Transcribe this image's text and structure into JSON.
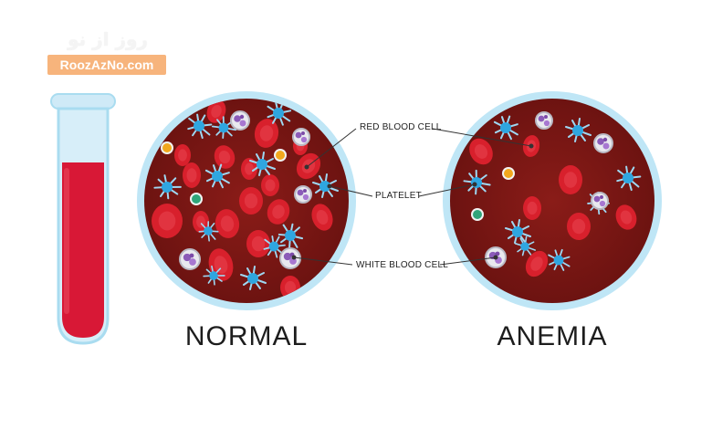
{
  "watermark": {
    "script_text": "روز از نو",
    "site_name": "RoozAzNo.com",
    "badge_color": "#f7b47c"
  },
  "labels": {
    "red_blood_cell": "RED BLOOD CELL",
    "platelet": "PLATELET",
    "white_blood_cell": "WHITE BLOOD CELL"
  },
  "panels": {
    "normal": "NORMAL",
    "anemia": "ANEMIA"
  },
  "colors": {
    "plasma": "#7a1714",
    "ring": "#a9dcf0",
    "rbc": "#d8202c",
    "rbc_center": "#e94552",
    "platelet": "#2fa6e0",
    "wbc_ring": "#b9b9c4",
    "wbc_nucleus": "#8b5bb8",
    "blood_tube": "#d81836",
    "tube_glass": "#d7eef9"
  },
  "icons": [
    "test-tube-icon",
    "red-blood-cell-icon",
    "platelet-icon",
    "white-blood-cell-icon"
  ]
}
